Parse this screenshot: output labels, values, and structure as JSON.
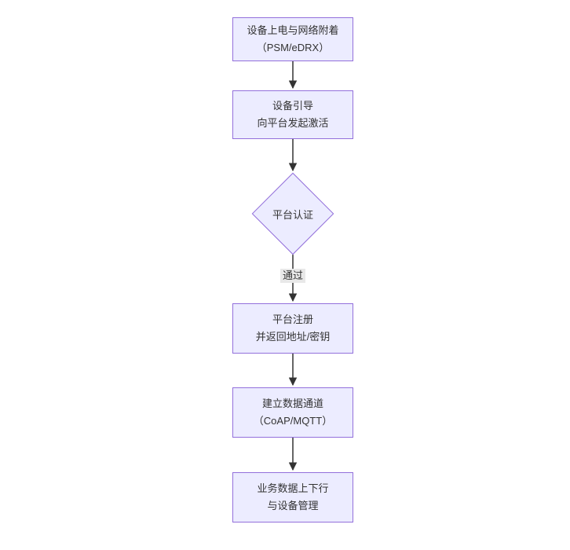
{
  "diagram": {
    "type": "flowchart",
    "direction": "top-down",
    "nodes": [
      {
        "shape": "rect",
        "lines": [
          "设备上电与网络附着",
          "（PSM/eDRX）"
        ]
      },
      {
        "shape": "rect",
        "lines": [
          "设备引导",
          "向平台发起激活"
        ]
      },
      {
        "shape": "diamond",
        "lines": [
          "平台认证"
        ]
      },
      {
        "shape": "rect",
        "lines": [
          "平台注册",
          "并返回地址/密钥"
        ]
      },
      {
        "shape": "rect",
        "lines": [
          "建立数据通道",
          "（CoAP/MQTT）"
        ]
      },
      {
        "shape": "rect",
        "lines": [
          "业务数据上下行",
          "与设备管理"
        ]
      }
    ],
    "edges": [
      {
        "from": 0,
        "to": 1
      },
      {
        "from": 1,
        "to": 2
      },
      {
        "from": 2,
        "to": 3,
        "label": "通过"
      },
      {
        "from": 3,
        "to": 4
      },
      {
        "from": 4,
        "to": 5
      }
    ],
    "colors": {
      "node_fill": "#ECECFF",
      "node_border": "#9370DB",
      "text": "#333333",
      "arrow": "#333333",
      "edge_label_bg": "#e8e8e8",
      "background": "#ffffff"
    }
  }
}
